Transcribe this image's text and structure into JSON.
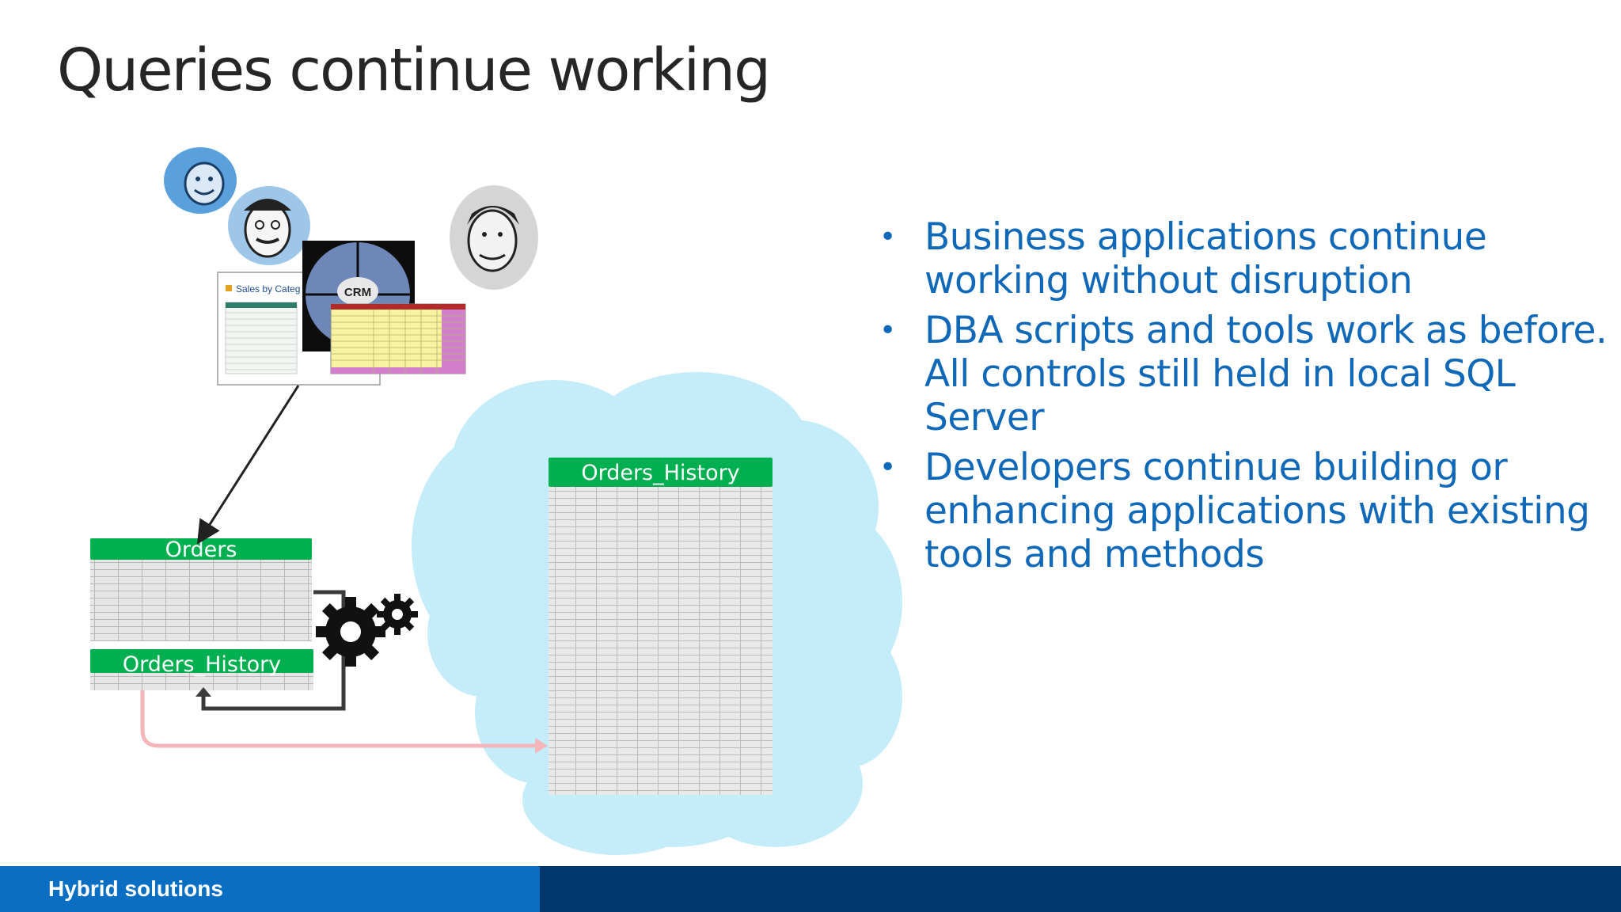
{
  "slide": {
    "title": "Queries continue working",
    "bullets": [
      {
        "text": "Business applications continue working without disruption"
      },
      {
        "text": "DBA scripts and tools work as before. All controls still held in local SQL Server"
      },
      {
        "text": "Developers continue building or enhancing applications with existing tools and methods"
      }
    ]
  },
  "diagram": {
    "local_table": "Orders",
    "local_history_table": "Orders_History",
    "cloud_history_table": "Orders_History",
    "report_title": "Sales by Categ",
    "crm_label": "CRM"
  },
  "footer": {
    "label": "Hybrid solutions"
  },
  "colors": {
    "title_text": "#262626",
    "bullet_text": "#1068b8",
    "table_header": "#00b050",
    "cloud": "#c4ecf9",
    "footer_left": "#0a6fc2",
    "footer_right": "#00386b",
    "pink_arrow": "#f3b6bb"
  },
  "icons": [
    "gear-icon",
    "cloud-icon",
    "person-icon",
    "crm-wheel-icon",
    "spreadsheet-icon"
  ]
}
